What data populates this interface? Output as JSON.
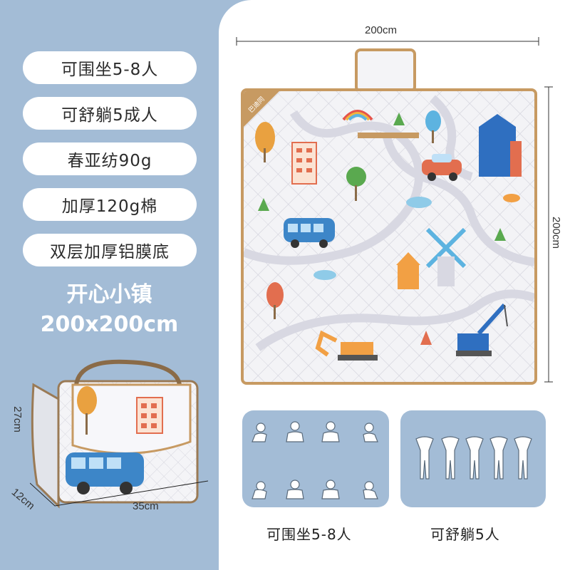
{
  "features": [
    "可围坐5-8人",
    "可舒躺5成人",
    "春亚纺90g",
    "加厚120g棉",
    "双层加厚铝膜底"
  ],
  "product_name": "开心小镇",
  "product_size": "200x200cm",
  "dimensions": {
    "mat_width": "200cm",
    "mat_height": "200cm",
    "roll_height": "27cm",
    "roll_depth": "12cm",
    "roll_length": "35cm"
  },
  "brand_tag": "巴迪同",
  "captions": {
    "sitting": "可围坐5-8人",
    "lying": "可舒躺5人"
  },
  "colors": {
    "background": "#a3bcd6",
    "trim": "#c79a62"
  }
}
